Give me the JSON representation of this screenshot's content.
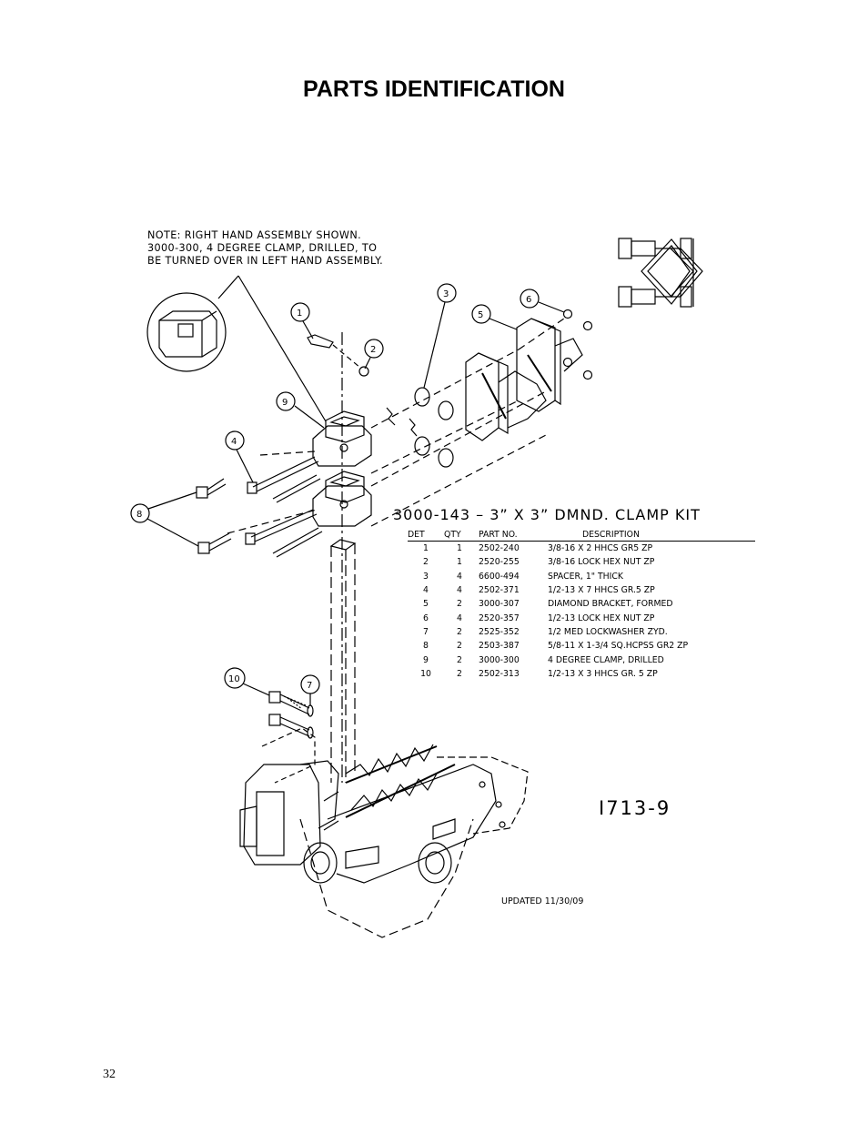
{
  "page": {
    "title": "PARTS IDENTIFICATION",
    "page_number": "32"
  },
  "drawing": {
    "note_lines": [
      "NOTE: RIGHT HAND ASSEMBLY SHOWN.",
      "3000-300, 4 DEGREE CLAMP, DRILLED, TO",
      "BE TURNED OVER IN LEFT HAND ASSEMBLY."
    ],
    "kit_title": "3000-143 – 3” X 3” DMND. CLAMP KIT",
    "drawing_number": "I713-9",
    "updated": "UPDATED 11/30/09",
    "callouts": [
      "1",
      "2",
      "3",
      "4",
      "5",
      "6",
      "7",
      "8",
      "9",
      "10"
    ]
  },
  "parts_table": {
    "headers": [
      "DET",
      "QTY",
      "PART NO.",
      "DESCRIPTION"
    ],
    "rows": [
      [
        "1",
        "1",
        "2502-240",
        "3/8-16 X 2 HHCS GR5 ZP"
      ],
      [
        "2",
        "1",
        "2520-255",
        "3/8-16 LOCK HEX NUT ZP"
      ],
      [
        "3",
        "4",
        "6600-494",
        "SPACER, 1\" THICK"
      ],
      [
        "4",
        "4",
        "2502-371",
        "1/2-13 X 7 HHCS GR.5 ZP"
      ],
      [
        "5",
        "2",
        "3000-307",
        "DIAMOND BRACKET, FORMED"
      ],
      [
        "6",
        "4",
        "2520-357",
        "1/2-13 LOCK HEX NUT ZP"
      ],
      [
        "7",
        "2",
        "2525-352",
        "1/2 MED LOCKWASHER ZYD."
      ],
      [
        "8",
        "2",
        "2503-387",
        "5/8-11 X 1-3/4 SQ.HCPSS GR2 ZP"
      ],
      [
        "9",
        "2",
        "3000-300",
        "4 DEGREE CLAMP, DRILLED"
      ],
      [
        "10",
        "2",
        "2502-313",
        "1/2-13 X 3 HHCS GR. 5 ZP"
      ]
    ]
  }
}
